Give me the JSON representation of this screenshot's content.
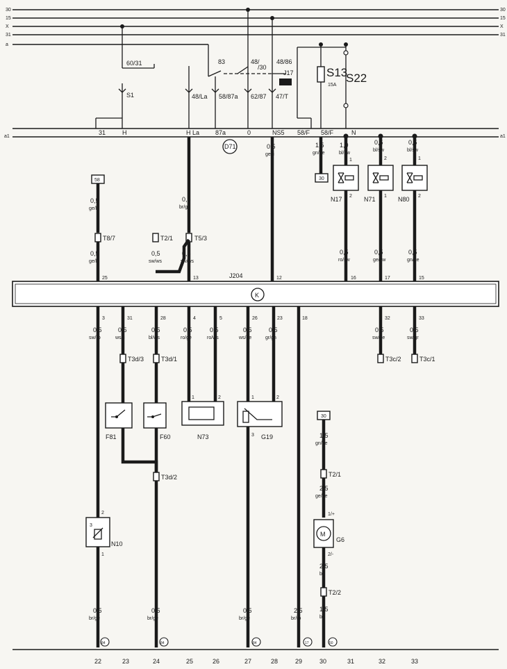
{
  "bus_lines": [
    "30",
    "15",
    "X",
    "31",
    "a"
  ],
  "bus_right_labels": [
    "30",
    "15",
    "X",
    "31"
  ],
  "a1_label_left": "a1",
  "a1_label_right": "a1",
  "relays": {
    "fuse_60_31": "60/31",
    "s1": "S1",
    "contact_83": "83",
    "contact_48_la": "48/La",
    "contact_58_87a": "58/87a",
    "contact_48_30": "48/\n/30",
    "contact_48_86": "48/86",
    "contact_62_87": "62/87",
    "j17": "J17",
    "contact_47_t": "47/T",
    "s13": "S13",
    "s13_amp": "15A",
    "s22": "S22"
  },
  "connector_d71": {
    "label": "D71",
    "pins": [
      "31",
      "H",
      "H La",
      "87a",
      "0",
      "NS5",
      "58/F",
      "58/F",
      "N"
    ]
  },
  "top_wires": {
    "w58": {
      "size": "0,5",
      "color": "ge/bl",
      "sizes2": "0,5",
      "color2": "ge/bl",
      "badge": "58"
    },
    "wT8": {
      "label": "T8/7"
    },
    "wT2_1": {
      "label": "T2/1",
      "size": "0,5",
      "color": "sw/ws"
    },
    "wT5_3": {
      "label": "T5/3",
      "size": "0,5",
      "color": "br/gn",
      "size2": "0,5",
      "color2": "sw/ws"
    },
    "wNS5": {
      "size": "0,5",
      "color": "ge/li"
    },
    "w15": {
      "size": "1,5",
      "color": "gn/ge",
      "badge": "30"
    },
    "wN17": {
      "label": "N17",
      "size": "1,0",
      "color": "bl/sw",
      "pin1": "1",
      "pin2": "2",
      "out_size": "0,5",
      "out_color": "ro/sw"
    },
    "wN71": {
      "label": "N71",
      "size": "0,5",
      "color": "bl/sw",
      "pin1": "2",
      "pin2": "1",
      "out_size": "0,5",
      "out_color": "ge/sw"
    },
    "wN80": {
      "label": "N80",
      "size": "0,5",
      "color": "bl/sw",
      "pin1": "1",
      "pin2": "2",
      "out_size": "0,5",
      "out_color": "gn/ge"
    }
  },
  "control_unit": {
    "label": "J204",
    "k_label": "K",
    "top_pins": [
      "25",
      "13",
      "12",
      "16",
      "17",
      "15"
    ],
    "bottom_pins": [
      "3",
      "31",
      "28",
      "4",
      "5",
      "26",
      "23",
      "18",
      "32",
      "33"
    ]
  },
  "lower_wires": {
    "w3": {
      "size": "0,5",
      "color": "sw/ro"
    },
    "w31": {
      "size": "0,5",
      "color": "ws/li",
      "conn": "T3d/3"
    },
    "w28": {
      "size": "0,5",
      "color": "bl/ws",
      "conn": "T3d/1"
    },
    "w4": {
      "size": "0,5",
      "color": "ro/ge"
    },
    "w5": {
      "size": "0,5",
      "color": "ro/ws"
    },
    "w26": {
      "size": "0,5",
      "color": "ws/ge"
    },
    "w23": {
      "size": "0,5",
      "color": "gr/gn"
    },
    "w32": {
      "size": "0,5",
      "color": "sw/ge",
      "conn": "T3c/2"
    },
    "w33": {
      "size": "0,5",
      "color": "sw/gr",
      "conn": "T3c/1"
    }
  },
  "components": {
    "f81": "F81",
    "f60": "F60",
    "t3d_2": "T3d/2",
    "n73": "N73",
    "n73_pin1": "1",
    "n73_pin2": "2",
    "g19": "G19",
    "g19_pin1": "1",
    "g19_pin2": "2",
    "g19_pin3": "3",
    "n10": "N10",
    "n10_pin2": "2",
    "n10_pin3": "3",
    "n10_pin1": "1",
    "g6": "G6",
    "g6_pin1": "1/+",
    "g6_pin2": "2/-",
    "m_symbol": "M",
    "badge30": "30",
    "g6_in_size": "1,5",
    "g6_in_color": "gn/ge",
    "t2_1": "T2/1",
    "g6_mid_size": "2,5",
    "g6_mid_color": "ge/ge",
    "g6_out_size": "2,5",
    "g6_out_color": "br",
    "t2_2": "T2/2",
    "g6_out2_size": "1,5",
    "g6_out2_color": "br"
  },
  "bottom_wires": [
    {
      "size": "0,5",
      "color": "br/ge",
      "badge": "84"
    },
    {
      "size": "0,5",
      "color": "br/ge",
      "badge": "84"
    },
    {
      "size": "0,5",
      "color": "br/ge",
      "badge": "84"
    },
    {
      "size": "2,5",
      "color": "br/ro",
      "badge": "17"
    },
    {
      "size": "",
      "color": "",
      "badge": "50"
    }
  ],
  "bottom_numbers": [
    "22",
    "23",
    "24",
    "25",
    "26",
    "27",
    "28",
    "29",
    "30",
    "31",
    "32",
    "33"
  ]
}
